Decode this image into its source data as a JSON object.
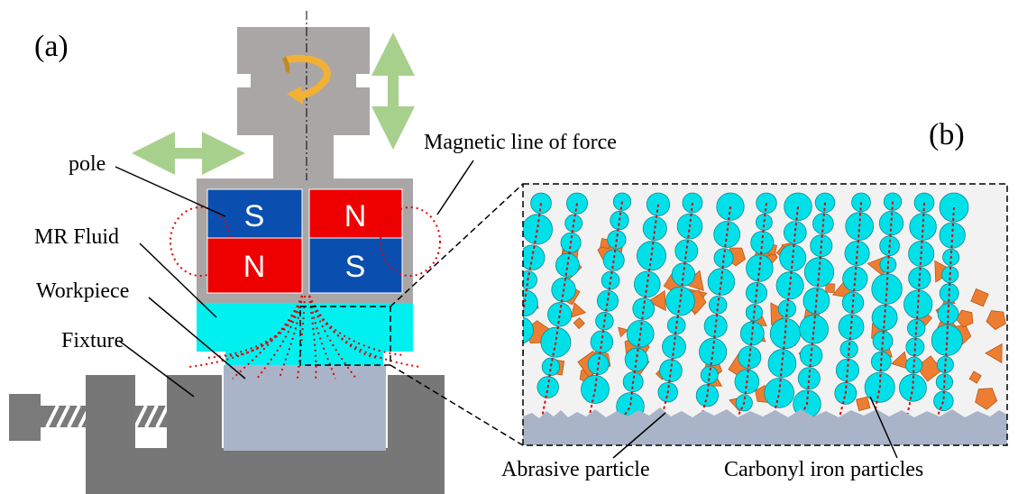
{
  "panels": {
    "a": "(a)",
    "b": "(b)"
  },
  "labels": {
    "pole": "pole",
    "mr_fluid": "MR Fluid",
    "workpiece": "Workpiece",
    "fixture": "Fixture",
    "magnetic_line": "Magnetic line of force",
    "abrasive": "Abrasive particle",
    "carbonyl": "Carbonyl iron particles"
  },
  "magnets": {
    "left_top": "S",
    "left_bottom": "N",
    "right_top": "N",
    "right_bottom": "S"
  },
  "colors": {
    "tool_gray": "#aaa6a6",
    "fixture_gray": "#777777",
    "workpiece_blue": "#aab4c8",
    "mr_fluid_cyan": "#00f0f0",
    "magnet_blue": "#0a4fb0",
    "magnet_red": "#ee0000",
    "field_line_red": "#e00000",
    "arrow_green": "#a8d08d",
    "rotation_orange": "#f2b134",
    "carbonyl_cyan": "#00e0e8",
    "abrasive_orange": "#ed7d31"
  }
}
